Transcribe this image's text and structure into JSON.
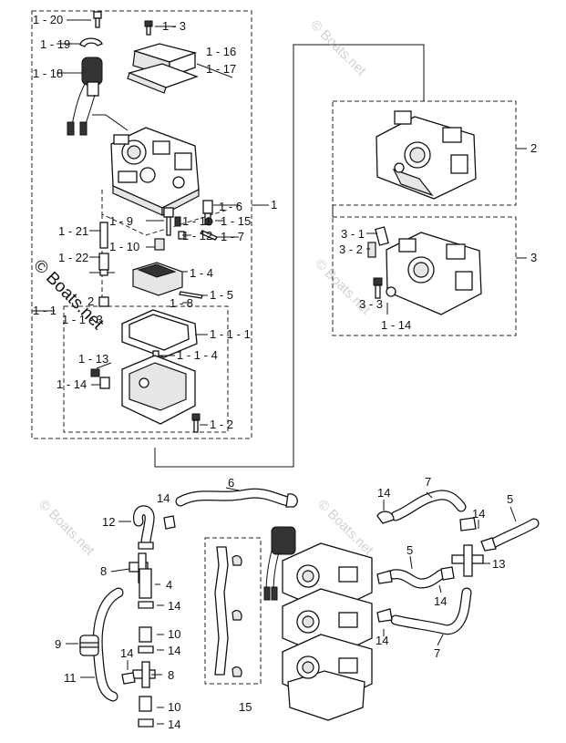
{
  "watermark": "© Boats.net",
  "labels": {
    "l_1_20": "1 - 20",
    "l_1_3": "1 - 3",
    "l_1_19": "1 - 19",
    "l_1_16": "1 - 16",
    "l_1_17": "1 - 17",
    "l_1_18": "1 - 18",
    "l_1": "1",
    "l_1_6": "1 - 6",
    "l_1_9": "1 - 9",
    "l_1_11": "1 - 11",
    "l_1_15": "1 - 15",
    "l_1_21": "1 - 21",
    "l_1_12": "1 - 12",
    "l_1_7": "1 - 7",
    "l_1_10": "1 - 10",
    "l_1_22": "1 - 22",
    "l_1_4": "1 - 4",
    "l_1_5": "1 - 5",
    "l_1_8": "1 - 8",
    "l_1_1a": "1 - 1",
    "l_1_2a": "2",
    "l_1_1_3": "1 - 1 - 3",
    "l_1_1_1": "1 - 1 - 1",
    "l_1_1_4": "1 - 1 - 4",
    "l_1_13": "1 - 13",
    "l_1_14": "1 - 14",
    "l_1_2": "1 - 2",
    "l_2": "2",
    "l_3": "3",
    "l_3_1": "3 - 1",
    "l_3_2": "3 - 2",
    "l_3_3": "3 - 3",
    "l_1_14b": "1 - 14",
    "b_6": "6",
    "b_14a": "14",
    "b_12": "12",
    "b_8a": "8",
    "b_4": "4",
    "b_14b": "14",
    "b_9": "9",
    "b_10a": "10",
    "b_14c": "14",
    "b_14d": "14",
    "b_8b": "8",
    "b_11": "11",
    "b_10b": "10",
    "b_14e": "14",
    "b_15": "15",
    "b_7a": "7",
    "b_5a": "5",
    "b_14f": "14",
    "b_14g": "14",
    "b_5b": "5",
    "b_13": "13",
    "b_14h": "14",
    "b_14i": "14",
    "b_7b": "7"
  }
}
